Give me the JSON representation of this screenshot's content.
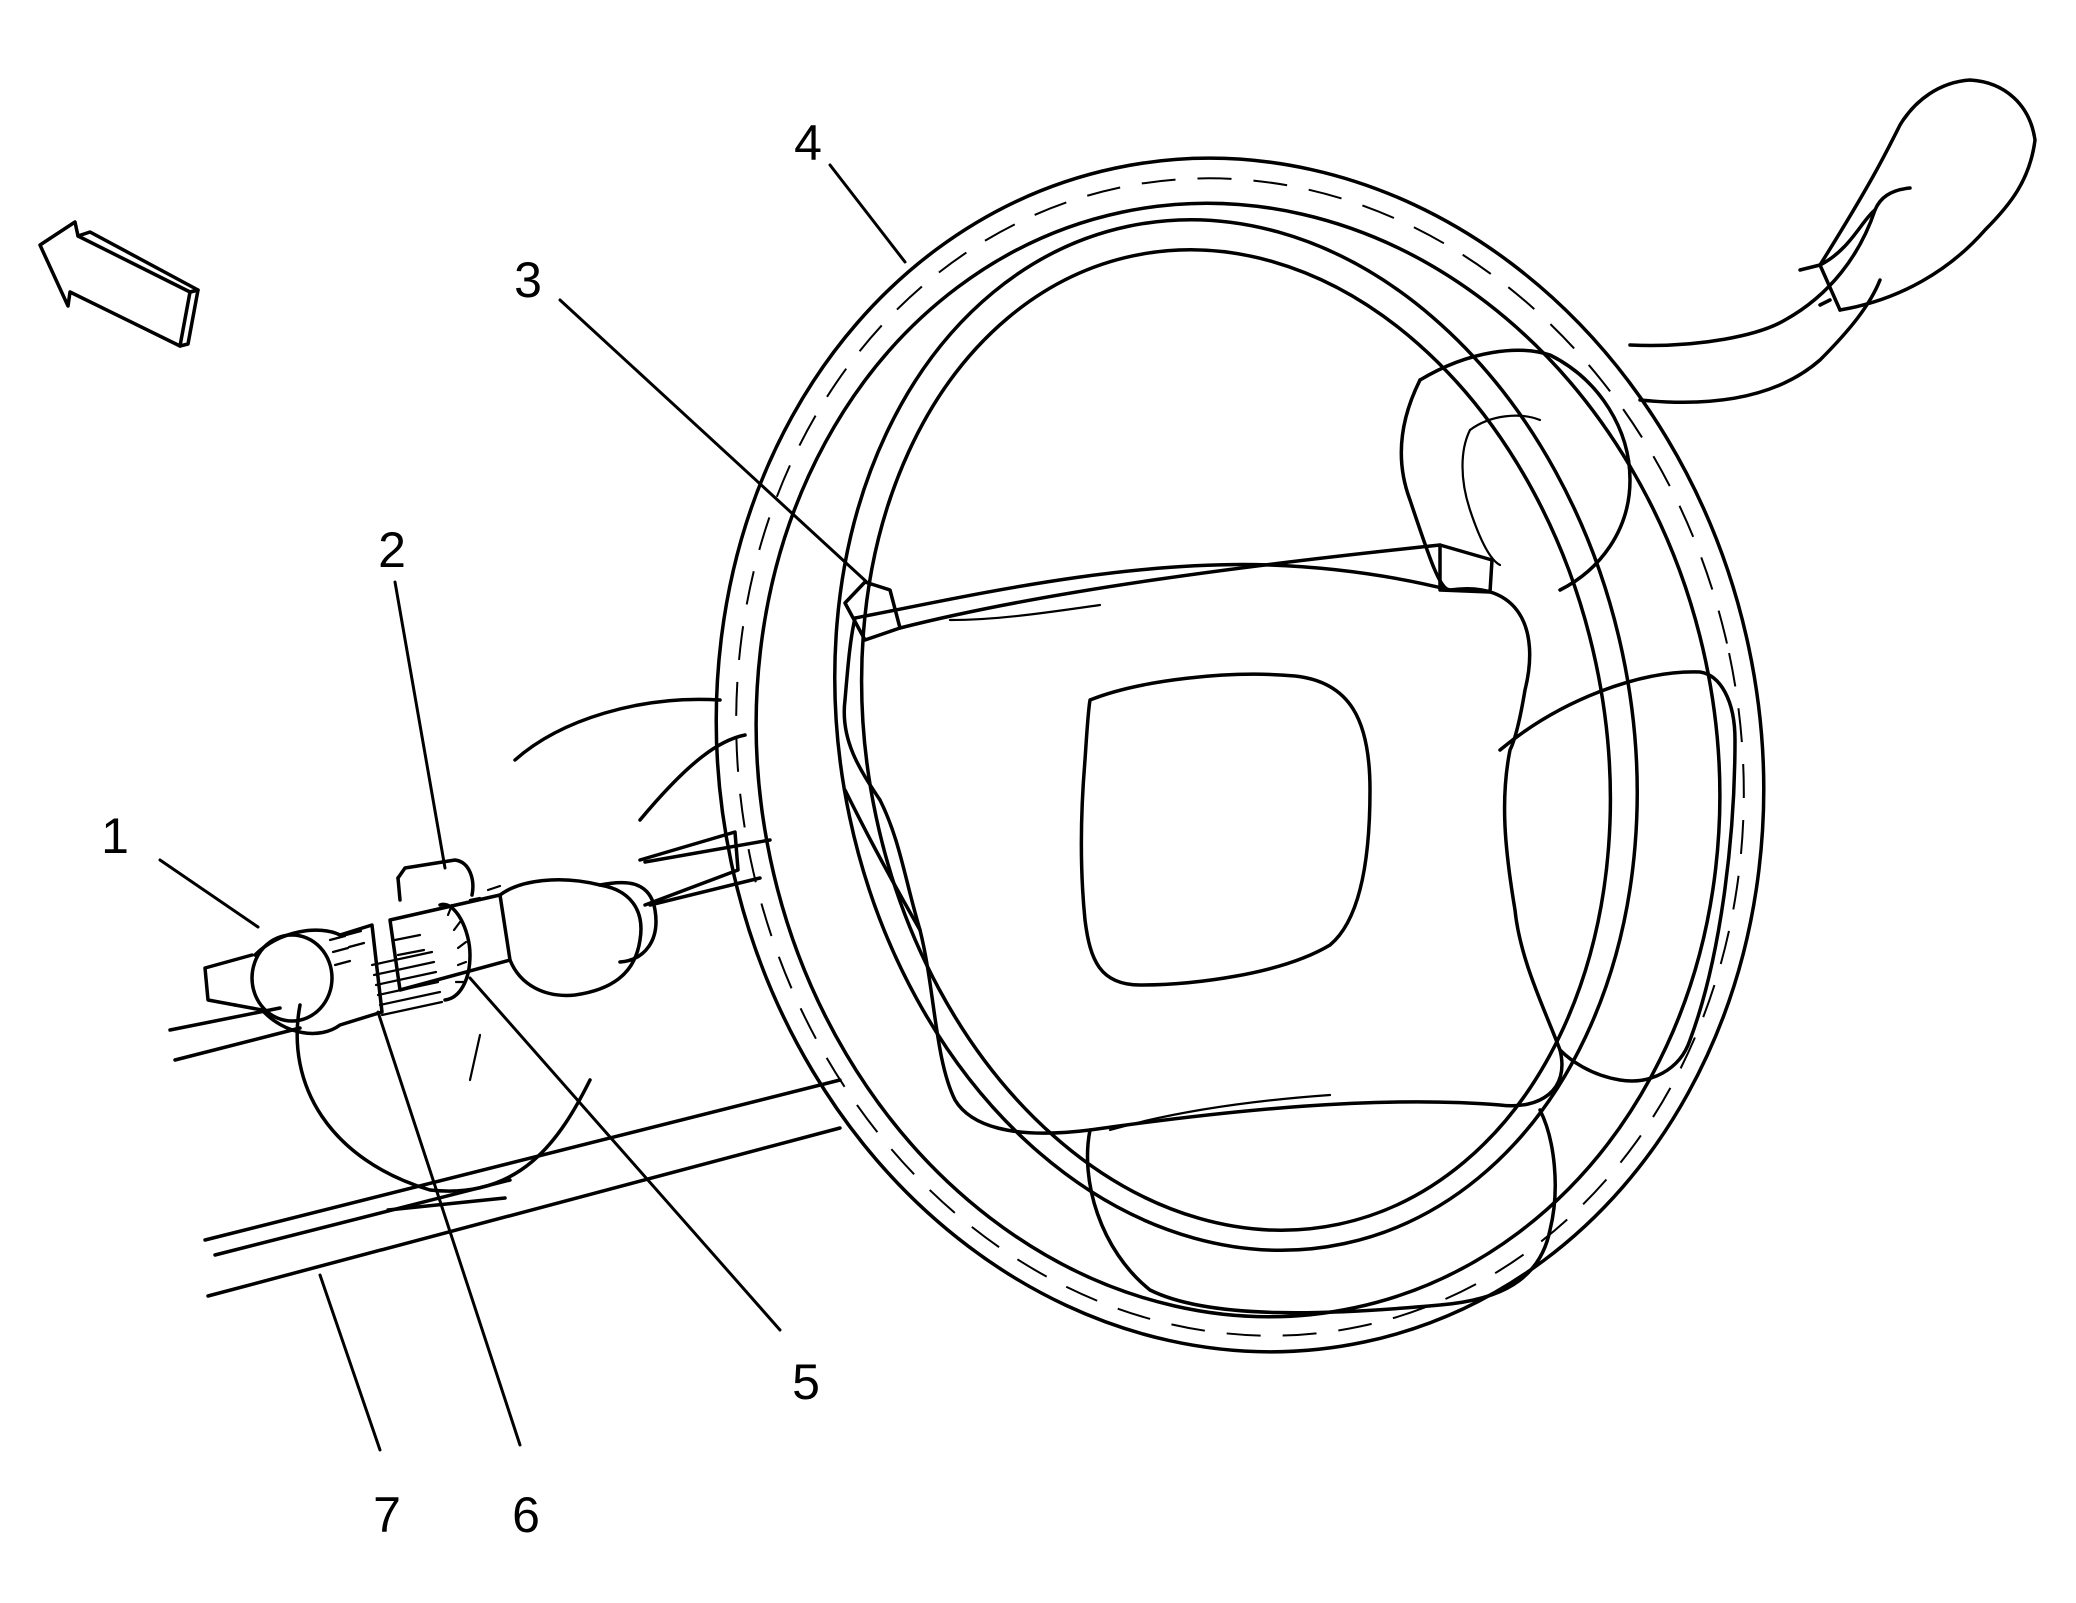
{
  "callouts": [
    {
      "id": "1",
      "label": "1"
    },
    {
      "id": "2",
      "label": "2"
    },
    {
      "id": "3",
      "label": "3"
    },
    {
      "id": "4",
      "label": "4"
    },
    {
      "id": "5",
      "label": "5"
    },
    {
      "id": "6",
      "label": "6"
    },
    {
      "id": "7",
      "label": "7"
    }
  ],
  "colors": {
    "line": "#000000",
    "background": "#ffffff"
  },
  "icons": {
    "view_direction": "view-direction-arrow-icon"
  }
}
